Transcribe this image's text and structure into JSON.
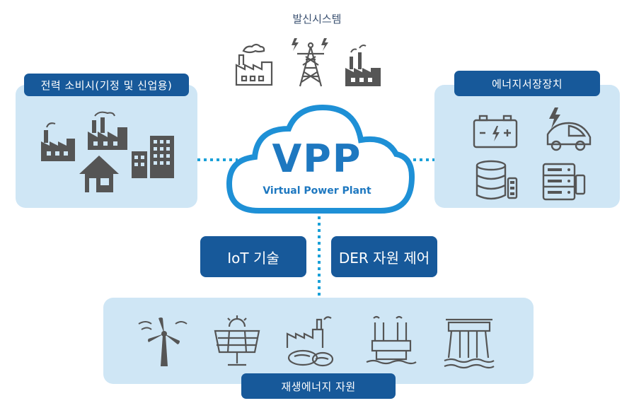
{
  "top": {
    "title": "발신시스템"
  },
  "left_panel": {
    "label": "전력 소비시(기정 및 신업용)"
  },
  "right_panel": {
    "label": "에너지서장장치"
  },
  "center": {
    "title": "VPP",
    "subtitle": "Virtual Power Plant"
  },
  "buttons": {
    "iot": "IoT 기술",
    "dr": "DER 자원 제어"
  },
  "bottom_panel": {
    "label": "재생에너지 자원"
  },
  "colors": {
    "accent": "#17599a",
    "panel": "#cfe6f5",
    "cloud": "#1e90d6",
    "icon": "#5a5a5a",
    "dots": "#1aa0d8"
  },
  "icons": {
    "top": [
      "factory-icon",
      "transmission-tower-icon",
      "power-plant-icon"
    ],
    "left": [
      "factory-icon",
      "factory-chimneys-icon",
      "house-icon",
      "office-buildings-icon"
    ],
    "right": [
      "battery-icon",
      "electric-car-icon",
      "storage-drum-icon",
      "server-rack-icon"
    ],
    "bottom": [
      "wind-turbine-icon",
      "solar-panel-icon",
      "biomass-plant-icon",
      "thermal-plant-icon",
      "hydro-dam-icon"
    ]
  }
}
